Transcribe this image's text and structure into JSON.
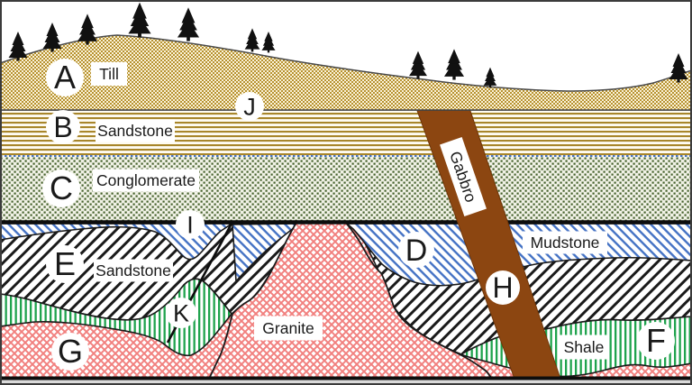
{
  "diagram_type": "geologic-cross-section",
  "unit_letters": {
    "a": "A",
    "b": "B",
    "c": "C",
    "d": "D",
    "e": "E",
    "f": "F",
    "g": "G",
    "h": "H",
    "i": "I",
    "j": "J",
    "k": "K"
  },
  "rock_labels": {
    "till": "Till",
    "sandstone_upper": "Sandstone",
    "conglomerate": "Conglomerate",
    "mudstone": "Mudstone",
    "sandstone_lower": "Sandstone",
    "gabbro": "Gabbro",
    "granite": "Granite",
    "shale": "Shale"
  },
  "colors": {
    "till_pattern": "#B6912F",
    "sandstone_stripes": "#A8862B",
    "conglomerate_pattern": "#45612C",
    "mudstone_hatch": "#4472C4",
    "sandstone_hatch": "#1A1A1A",
    "shale_lines": "#1FA34D",
    "granite_crosshatch": "#F1807E",
    "gabbro_fill": "#8C4611",
    "boundary_lines": "#0D0D0D",
    "background": "#FFFFFF"
  }
}
